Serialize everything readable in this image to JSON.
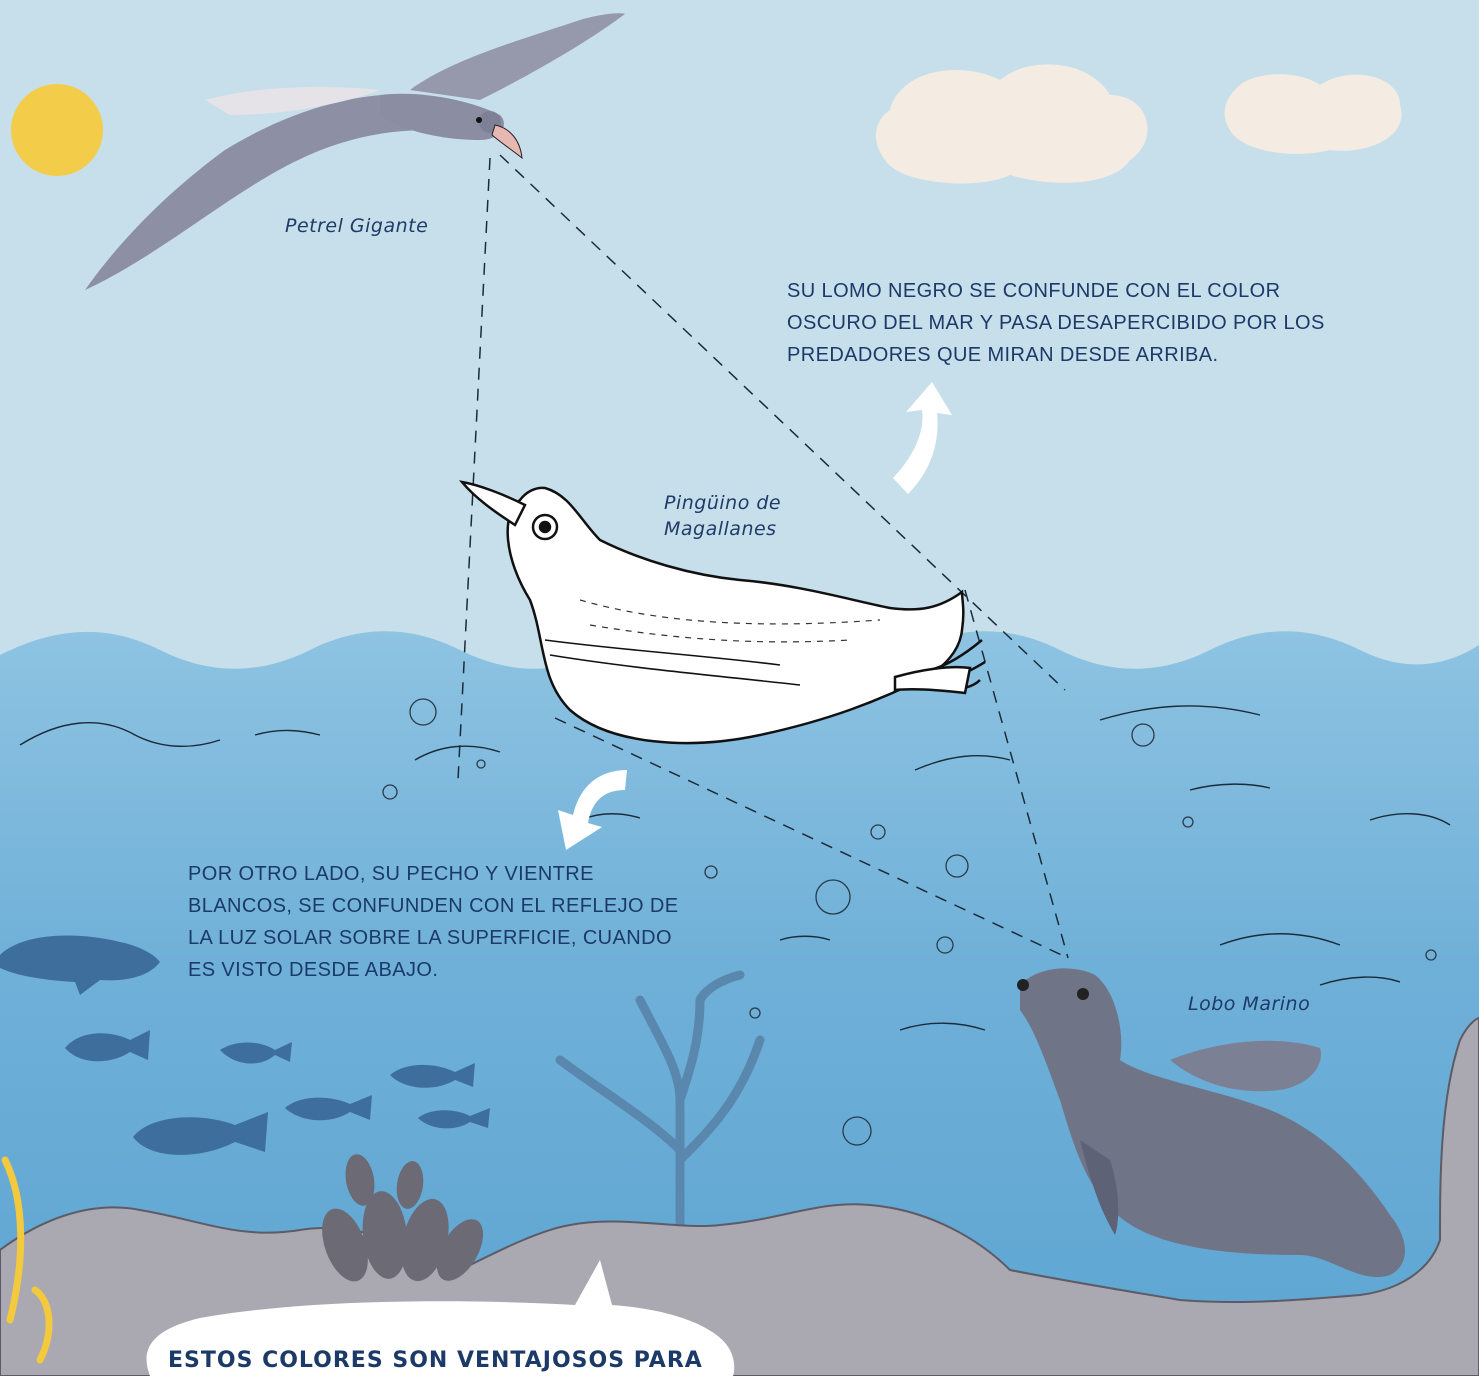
{
  "labels": {
    "petrel": "Petrel Gigante",
    "penguin": "Pingüino de\nMagallanes",
    "sea_lion": "Lobo Marino"
  },
  "captions": {
    "above": "SU LOMO NEGRO SE CONFUNDE CON EL COLOR OSCURO DEL MAR Y PASA DESAPERCIBIDO POR LOS PREDADORES QUE MIRAN DESDE ARRIBA.",
    "below": "POR OTRO LADO, SU PECHO Y VIENTRE BLANCOS, SE CONFUNDEN CON EL REFLEJO DE LA LUZ SOLAR SOBRE LA SUPERFICIE, CUANDO ES VISTO DESDE ABAJO."
  },
  "speech_bubble": {
    "text": "ESTOS COLORES SON VENTAJOSOS PARA"
  },
  "colors": {
    "sky": "#c7dfea",
    "sea": "#7fb8da",
    "sea_deep": "#5ba3cf",
    "text": "#1c3a68",
    "sun": "#f3cd49",
    "cloud": "#f4ece2",
    "seabed": "#a9a8b1"
  },
  "icons": [
    "sun-icon",
    "cloud-icon",
    "petrel-icon",
    "penguin-icon",
    "sea-lion-icon",
    "fish-icon",
    "coral-icon",
    "arrow-up-icon",
    "arrow-down-icon"
  ]
}
